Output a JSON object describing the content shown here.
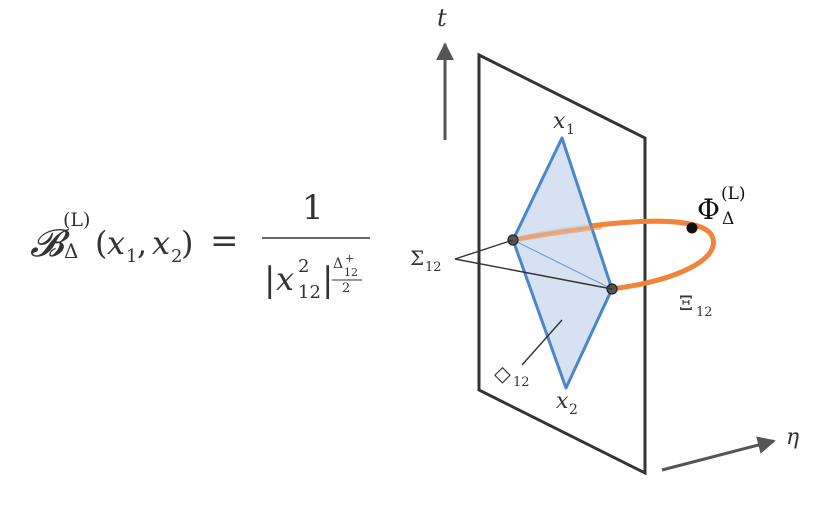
{
  "formula": {
    "lhs_symbol": "𝓑",
    "lhs_superscript": "(L)",
    "lhs_subscript": "Δ",
    "lhs_args_open": "(",
    "lhs_arg1": "x",
    "lhs_arg1_sub": "1",
    "lhs_comma": ", ",
    "lhs_arg2": "x",
    "lhs_arg2_sub": "2",
    "lhs_args_close": ")",
    "equals": "=",
    "numerator": "1",
    "den_bar_left": "|",
    "den_base": "x",
    "den_sup": "2",
    "den_sub": "12",
    "den_bar_right": "|",
    "exp_top": "Δ",
    "exp_top_sup": "+",
    "exp_top_sub": "12",
    "exp_bottom": "2"
  },
  "diagram": {
    "t_axis_label": "t",
    "eta_axis_label": "η",
    "x1_label": "x",
    "x1_sub": "1",
    "x2_label": "x",
    "x2_sub": "2",
    "sigma_label": "Σ",
    "sigma_sub": "12",
    "diamond_label": "◇",
    "diamond_sub": "12",
    "xi_label": "Ξ",
    "xi_sub": "12",
    "phi_label": "Φ",
    "phi_superscript": "(L)",
    "phi_subscript": "Δ",
    "colors": {
      "plane": "#333333",
      "diamond_fill": "#cfdcef",
      "diamond_stroke": "#4a86c8",
      "curve": "#f0853a",
      "point": "#555555"
    }
  }
}
